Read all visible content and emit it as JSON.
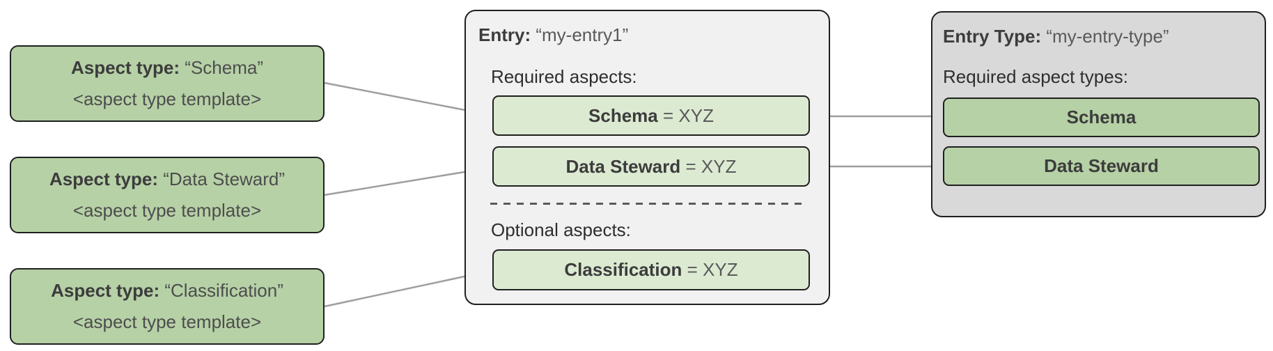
{
  "diagram": {
    "aspect_type_boxes": [
      {
        "label": "Aspect type:",
        "name": "“Schema”",
        "template": "<aspect type template>"
      },
      {
        "label": "Aspect type:",
        "name": "“Data Steward”",
        "template": "<aspect type template>"
      },
      {
        "label": "Aspect type:",
        "name": "“Classification”",
        "template": "<aspect type template>"
      }
    ],
    "entry": {
      "label": "Entry:",
      "name": "“my-entry1”",
      "required_heading": "Required aspects:",
      "optional_heading": "Optional aspects:",
      "required_aspects": [
        {
          "name": "Schema",
          "value": " = XYZ"
        },
        {
          "name": "Data Steward",
          "value": " = XYZ"
        }
      ],
      "optional_aspects": [
        {
          "name": "Classification",
          "value": " = XYZ"
        }
      ]
    },
    "entry_type": {
      "label": "Entry Type:",
      "name": "“my-entry-type”",
      "required_heading": "Required aspect types:",
      "required_aspect_types": [
        {
          "name": "Schema"
        },
        {
          "name": "Data Steward"
        }
      ]
    },
    "colors": {
      "green_dark": "#b6d1a6",
      "green_light": "#dcead2",
      "panel_light_gray": "#f1f1f1",
      "panel_dark_gray": "#d9d9d9",
      "border": "#1f1f1f",
      "connector": "#9e9e9e"
    }
  }
}
